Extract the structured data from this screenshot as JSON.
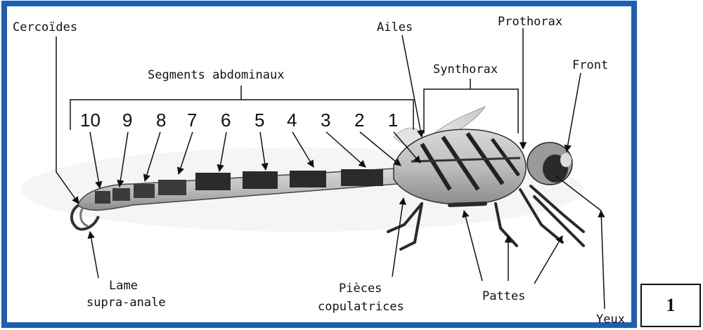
{
  "figure": {
    "labels": {
      "cercoides": "Cercoïdes",
      "segments_abdominaux": "Segments abdominaux",
      "ailes": "Ailes",
      "prothorax": "Prothorax",
      "synthorax": "Synthorax",
      "front": "Front",
      "lame_line1": "Lame",
      "lame_line2": "supra-anale",
      "pieces_line1": "Pièces",
      "pieces_line2": "copulatrices",
      "pattes": "Pattes",
      "yeux": "Yeux"
    },
    "segments": [
      "10",
      "9",
      "8",
      "7",
      "6",
      "5",
      "4",
      "3",
      "2",
      "1"
    ],
    "frame_color": "#1a5fb4"
  },
  "badge": {
    "number": "1"
  }
}
